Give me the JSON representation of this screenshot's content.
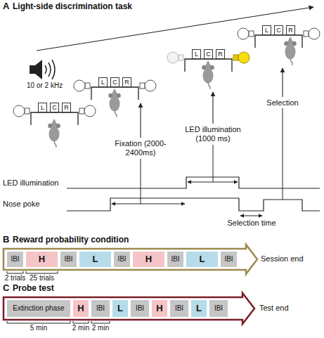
{
  "diagram": {
    "nodes": [
      {
        "text": [
          "L"
        ]
      },
      {
        "text": [
          "C"
        ]
      },
      {
        "text": [
          "R"
        ]
      },
      {
        "text": [
          "L"
        ]
      },
      {
        "text": [
          "C"
        ]
      },
      {
        "text": [
          "R"
        ]
      },
      {
        "text": [
          "L"
        ]
      },
      {
        "text": [
          "C"
        ]
      },
      {
        "text": [
          "R"
        ]
      },
      {
        "text": [
          "L"
        ]
      },
      {
        "text": [
          "C"
        ]
      },
      {
        "text": [
          "R"
        ]
      },
      {
        "text": [
          "Session end"
        ]
      },
      {
        "text": [
          "IBI"
        ],
        "in": 12
      },
      {
        "text": [
          "H"
        ],
        "in": 12
      },
      {
        "text": [
          "IBI"
        ],
        "in": 12
      },
      {
        "text": [
          "L"
        ],
        "in": 12
      },
      {
        "text": [
          "IBI"
        ],
        "in": 12
      },
      {
        "text": [
          "H"
        ],
        "in": 12
      },
      {
        "text": [
          "IBI"
        ],
        "in": 12
      },
      {
        "text": [
          "L"
        ],
        "in": 12
      },
      {
        "text": [
          "IBI"
        ],
        "in": 12
      },
      {
        "text": [
          "Test end"
        ]
      },
      {
        "text": [
          "Extinction phase"
        ],
        "in": 22
      },
      {
        "text": [
          "H"
        ],
        "in": 22
      },
      {
        "text": [
          "IBI"
        ],
        "in": 22
      },
      {
        "text": [
          "L"
        ],
        "in": 22
      },
      {
        "text": [
          "IBI"
        ],
        "in": 22
      },
      {
        "text": [
          "H"
        ],
        "in": 22
      },
      {
        "text": [
          "IBI"
        ],
        "in": 22
      },
      {
        "text": [
          "L"
        ],
        "in": 22
      },
      {
        "text": [
          "IBI"
        ],
        "in": 22
      }
    ],
    "labels": [
      "A",
      "Light-side discrimination task",
      "10 or 2 kHz",
      "Fixation (2000-2400ms)",
      "LED illumination (1000 ms)",
      "Selection",
      "LED illumination",
      "Nose poke",
      "Selection time",
      "B",
      "Reward probability condition",
      "2 trials",
      "25 trials",
      "C",
      "Probe test",
      "5 min",
      "2 min",
      "2 min"
    ]
  }
}
